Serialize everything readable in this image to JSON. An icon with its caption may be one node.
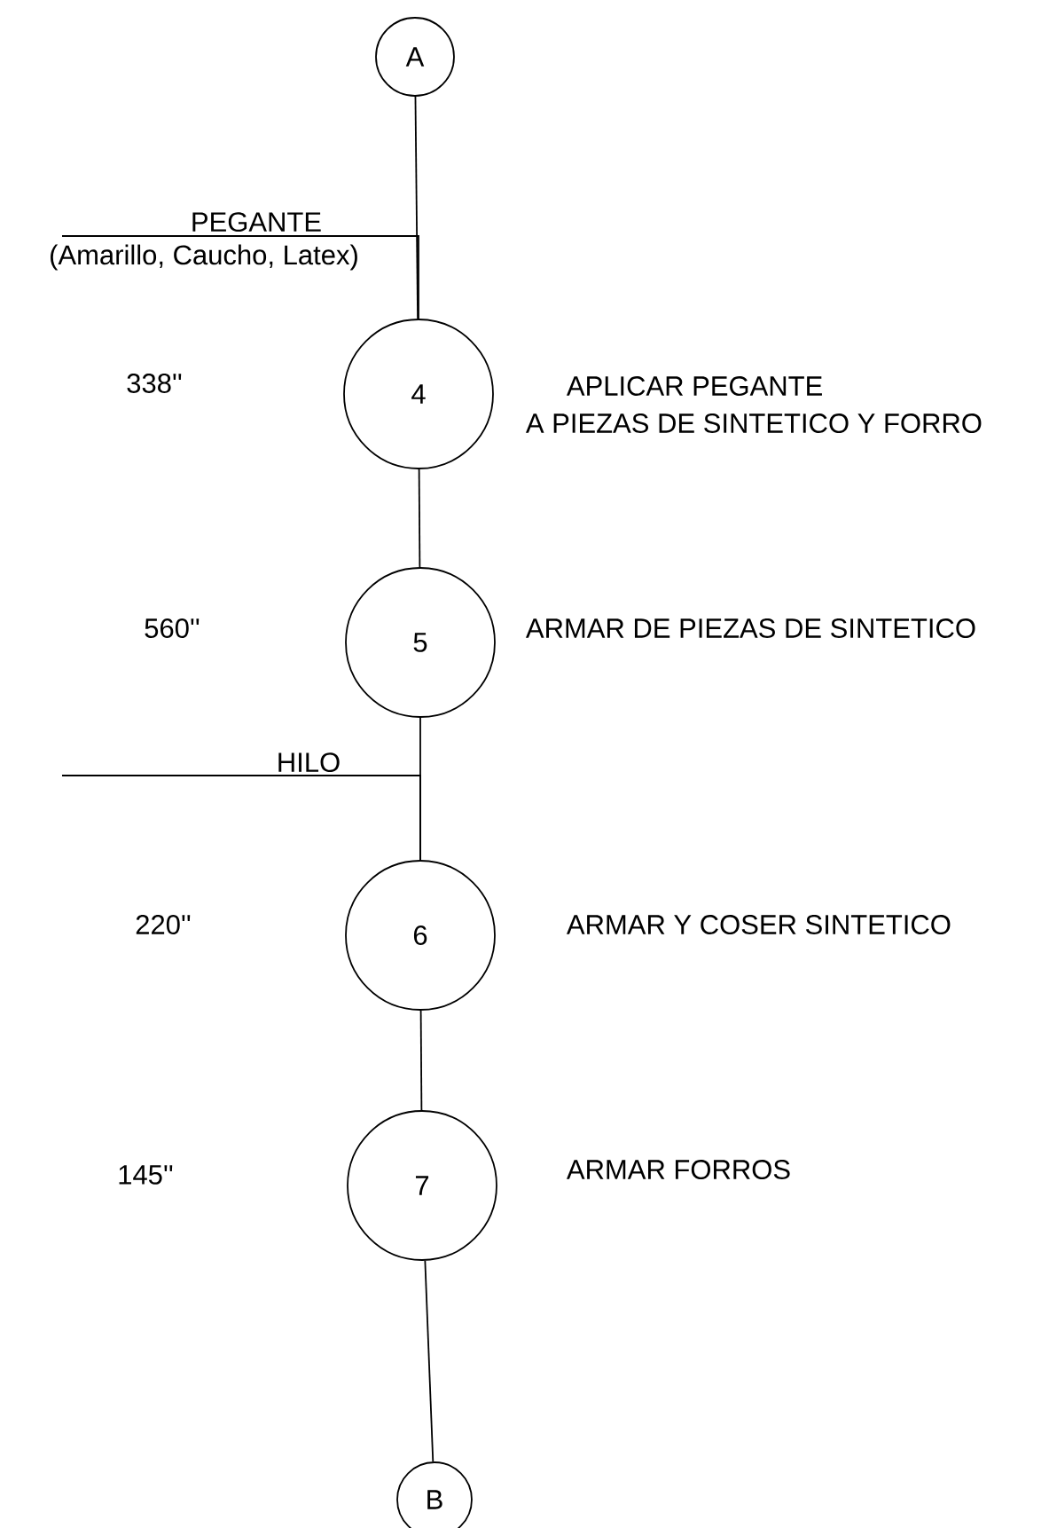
{
  "diagram": {
    "nodes": [
      {
        "text": [
          "A"
        ]
      },
      {
        "text": [
          "PEGANTE",
          "(Amarillo, Caucho, Latex)"
        ]
      },
      {
        "text": [
          "4"
        ],
        "beside": [
          "APLICAR PEGANTE A PIEZAS DE SINTETICO Y FORRO"
        ]
      },
      {
        "text": [
          "5"
        ],
        "beside": [
          "ARMAR DE PIEZAS DE SINTETICO"
        ]
      },
      {
        "text": [
          "HILO"
        ]
      },
      {
        "text": [
          "6"
        ],
        "beside": [
          "ARMAR Y COSER SINTETICO"
        ]
      },
      {
        "text": [
          "7"
        ],
        "beside": [
          "ARMAR FORROS"
        ]
      },
      {
        "text": [
          "B"
        ]
      }
    ],
    "edges": [
      {
        "from": 0,
        "to": 2,
        "arrow": "none"
      },
      {
        "from": 1,
        "to": 2,
        "arrow": "none"
      },
      {
        "from": 2,
        "to": 3,
        "arrow": "none"
      },
      {
        "from": 3,
        "to": 5,
        "arrow": "none"
      },
      {
        "from": 4,
        "to": 5,
        "arrow": "none"
      },
      {
        "from": 5,
        "to": 6,
        "arrow": "none"
      },
      {
        "from": 6,
        "to": 7,
        "arrow": "none"
      }
    ],
    "labels": [
      "338''",
      "560''",
      "220''",
      "145''"
    ]
  }
}
